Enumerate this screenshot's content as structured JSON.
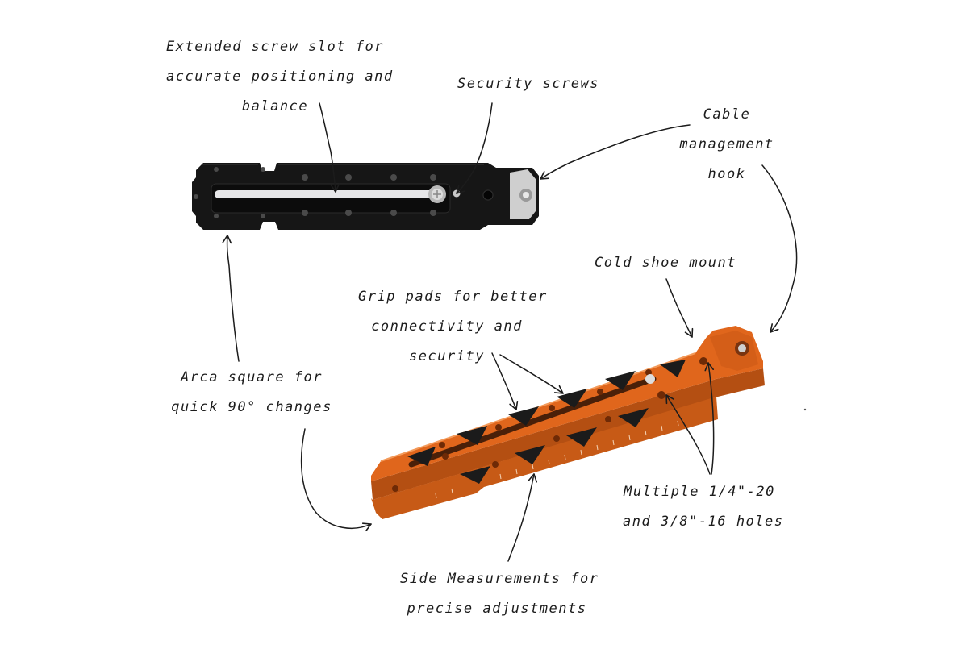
{
  "labels": {
    "screw_slot": [
      "Extended screw slot for",
      "accurate positioning and",
      "balance"
    ],
    "security_screws": [
      "Security screws"
    ],
    "cable_hook": [
      "Cable",
      "management",
      "hook"
    ],
    "cold_shoe": [
      "Cold shoe mount"
    ],
    "grip_pads": [
      "Grip pads for better",
      "connectivity and",
      "security"
    ],
    "arca_square": [
      "Arca square for",
      "quick 90° changes"
    ],
    "multiple_holes": [
      "Multiple 1/4\"-20",
      "and 3/8\"-16 holes"
    ],
    "side_measurements": [
      "Side Measurements for",
      "precise adjustments"
    ]
  },
  "colors": {
    "black_plate": "#161616",
    "orange_plate": "#e0661c",
    "orange_dark": "#b44f12",
    "grip_pad": "#1b1b1b",
    "ink": "#1c1c1c"
  }
}
